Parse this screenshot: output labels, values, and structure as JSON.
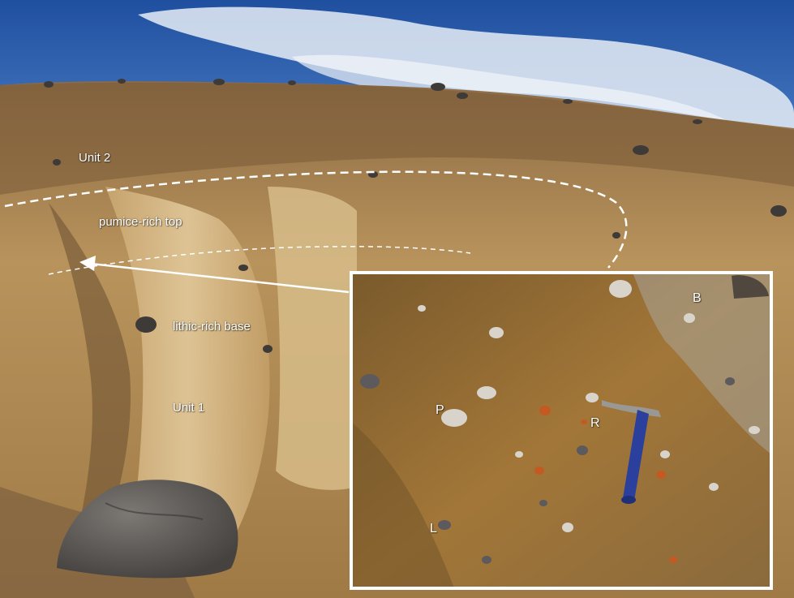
{
  "labels": {
    "unit2": "Unit 2",
    "pumice_rich_top": "pumice-rich top",
    "lithic_rich_base": "lithic-rich base",
    "unit1": "Unit 1",
    "inset_b": "B",
    "inset_p": "P",
    "inset_r": "R",
    "inset_l": "L"
  },
  "colors": {
    "sky": "#2f5fb0",
    "cloud": "#e8eef6",
    "slope": "#b8935c",
    "slope_light": "#d6bb88",
    "deposit": "#a67a3e",
    "inset_matrix": "#8c6630",
    "boulder": "#5e5a57",
    "annotation": "#ffffff",
    "hammer_handle": "#2b3f9c"
  }
}
